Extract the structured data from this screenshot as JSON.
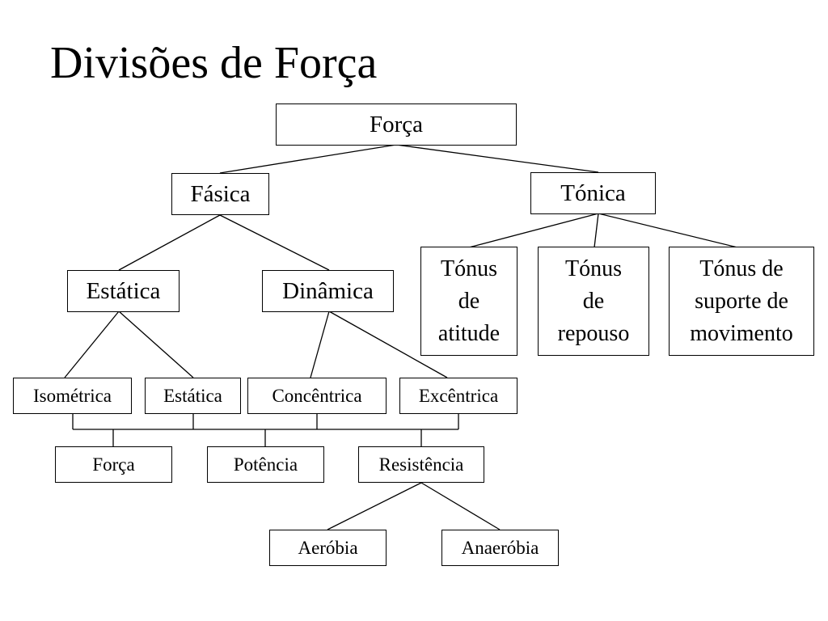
{
  "title": "Divisões de Força",
  "nodes": {
    "forca_root": "Força",
    "fasica": "Fásica",
    "tonica": "Tónica",
    "estatica": "Estática",
    "dinamica": "Dinâmica",
    "tonus_atitude": "Tónus\nde\natitude",
    "tonus_repouso": "Tónus\nde\nrepouso",
    "tonus_suporte": "Tónus de\nsuporte de\nmovimento",
    "isometrica": "Isométrica",
    "estatica_2": "Estática",
    "concentrica": "Concêntrica",
    "excentrica": "Excêntrica",
    "forca": "Força",
    "potencia": "Potência",
    "resistencia": "Resistência",
    "aerobia": "Aeróbia",
    "anaerobia": "Anaeróbia"
  }
}
